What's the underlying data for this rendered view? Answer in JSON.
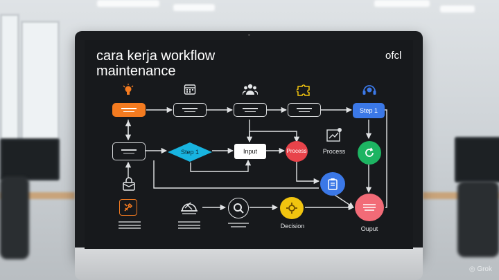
{
  "title": {
    "line1": "cara kerja workflow",
    "line2": "maintenance"
  },
  "logo": "ofcl",
  "nodes": {
    "step1_top": "Step 1",
    "step1_mid": "Step 1",
    "input": "Input",
    "process_circle": "Process",
    "process_caption": "Process",
    "decision_caption": "Decision",
    "output_caption": "Ouput"
  },
  "icons": {
    "lightbulb": "lightbulb-icon",
    "calendar": "calendar-icon",
    "team": "team-icon",
    "puzzle": "puzzle-icon",
    "headset": "headset-icon",
    "lock": "lock-bag-icon",
    "tool": "tool-icon",
    "helmet": "helmet-icon",
    "search": "search-icon",
    "gear": "gear-icon",
    "chart": "chart-icon",
    "clipboard": "clipboard-icon",
    "refresh": "refresh-icon"
  },
  "colors": {
    "orange": "#f47b20",
    "blue": "#3b78e7",
    "cyan": "#18b4e0",
    "red": "#e8434a",
    "green": "#1db462",
    "yellow": "#f1c40f",
    "pink": "#f26b77"
  },
  "watermark": "Grok"
}
